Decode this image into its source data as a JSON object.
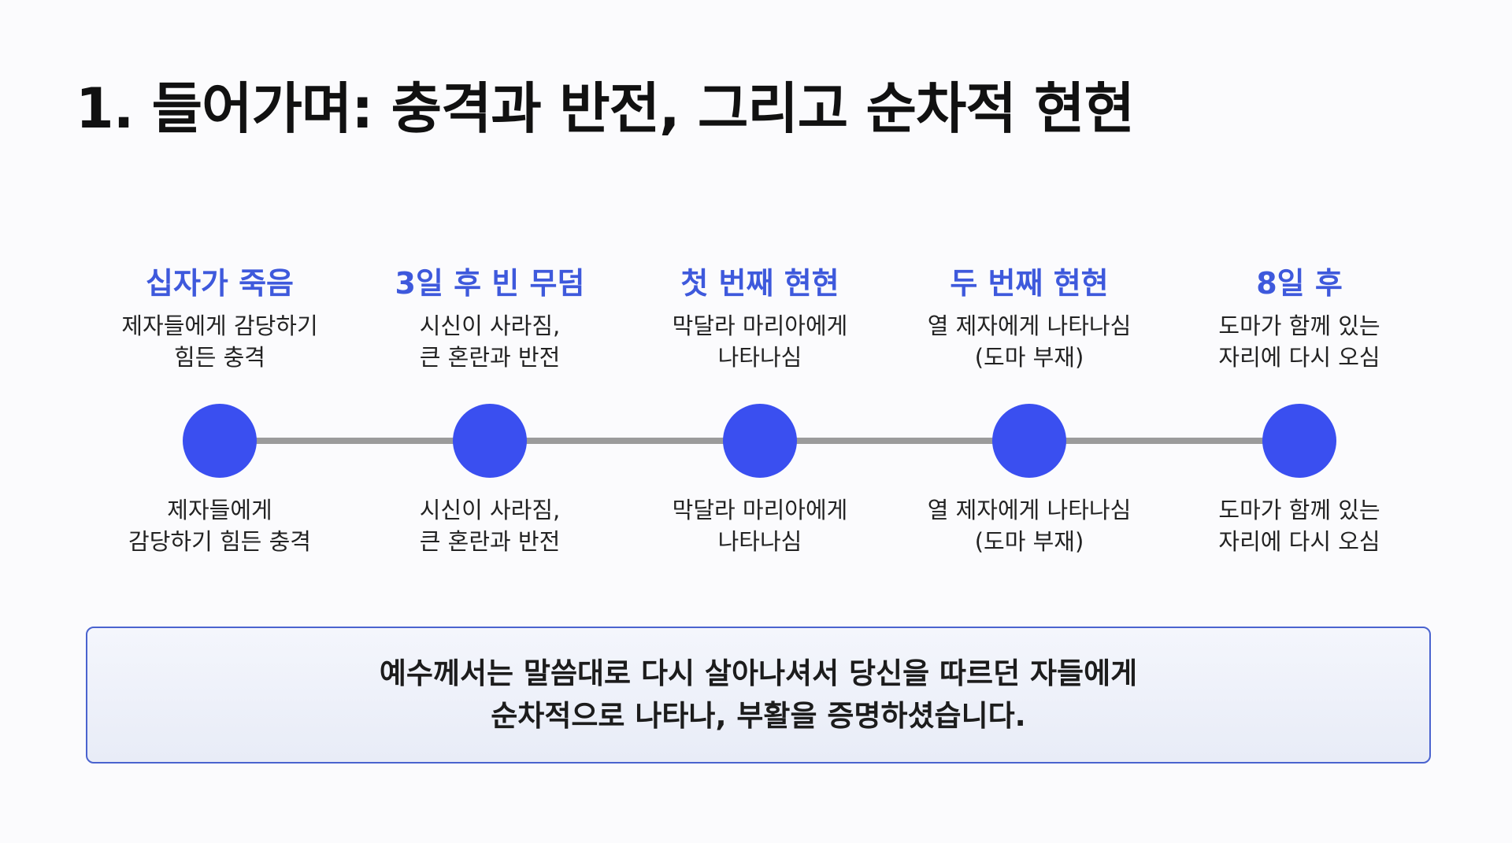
{
  "slide": {
    "title": "1. 들어가며: 충격과 반전, 그리고 순차적 현현"
  },
  "timeline": {
    "milestones": [
      {
        "title": "십자가 죽음",
        "top_lines": [
          "제자들에게 감당하기",
          "힘든 충격"
        ],
        "bottom_lines": [
          "제자들에게",
          "감당하기 힘든 충격"
        ]
      },
      {
        "title": "3일 후 빈 무덤",
        "top_lines": [
          "시신이 사라짐,",
          "큰 혼란과 반전"
        ],
        "bottom_lines": [
          "시신이 사라짐,",
          "큰 혼란과 반전"
        ]
      },
      {
        "title": "첫 번째 현현",
        "top_lines": [
          "막달라 마리아에게",
          "나타나심"
        ],
        "bottom_lines": [
          "막달라 마리아에게",
          "나타나심"
        ]
      },
      {
        "title": "두 번째 현현",
        "top_lines": [
          "열 제자에게 나타나심",
          "(도마 부재)"
        ],
        "bottom_lines": [
          "열 제자에게 나타나심",
          "(도마 부재)"
        ]
      },
      {
        "title": "8일 후",
        "top_lines": [
          "도마가 함께 있는",
          "자리에 다시 오심"
        ],
        "bottom_lines": [
          "도마가 함께 있는",
          "자리에 다시 오심"
        ]
      }
    ]
  },
  "summary": {
    "lines": [
      "예수께서는 말씀대로 다시 살아나셔서 당신을 따르던 자들에게",
      "순차적으로 나타나, 부활을 증명하셨습니다."
    ]
  },
  "colors": {
    "accent": "#3a4ff0",
    "milestone_title": "#3e59dc",
    "track": "#9b9b9b",
    "box_border": "#4a63cf"
  }
}
